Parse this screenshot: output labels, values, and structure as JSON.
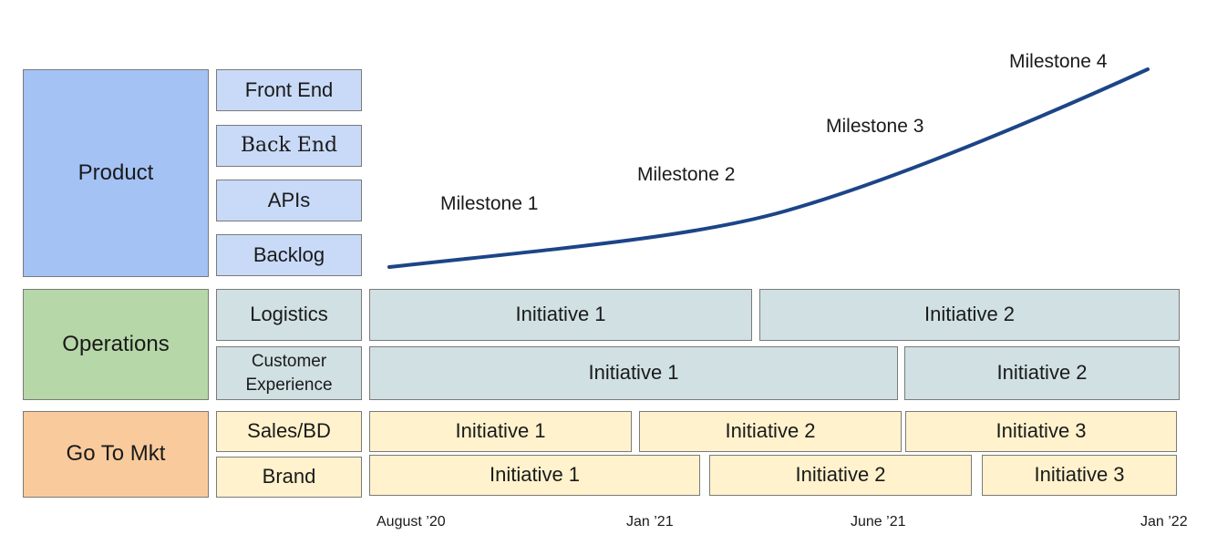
{
  "categories": {
    "product": "Product",
    "operations": "Operations",
    "gtm": "Go To Mkt"
  },
  "subcategories": {
    "front_end": "Front End",
    "back_end": "Back End",
    "apis": "APIs",
    "backlog": "Backlog",
    "logistics": "Logistics",
    "customer_experience": [
      "Customer",
      "Experience"
    ],
    "sales_bd": "Sales/BD",
    "brand": "Brand"
  },
  "milestones": [
    "Milestone 1",
    "Milestone 2",
    "Milestone 3",
    "Milestone 4"
  ],
  "initiatives": {
    "logistics": [
      "Initiative 1",
      "Initiative 2"
    ],
    "customer_experience": [
      "Initiative 1",
      "Initiative 2"
    ],
    "sales_bd": [
      "Initiative 1",
      "Initiative 2",
      "Initiative 3"
    ],
    "brand": [
      "Initiative 1",
      "Initiative 2",
      "Initiative 3"
    ]
  },
  "timeline": [
    "August ’20",
    "Jan ’21",
    "June ’21",
    "Jan ’22"
  ],
  "colors": {
    "product": "#a4c2f4",
    "product_sub": "#c9daf8",
    "operations": "#b6d7a8",
    "operations_sub": "#d0e0e3",
    "gtm": "#f9cb9c",
    "gtm_sub": "#fff2cc",
    "curve": "#1c4587"
  }
}
